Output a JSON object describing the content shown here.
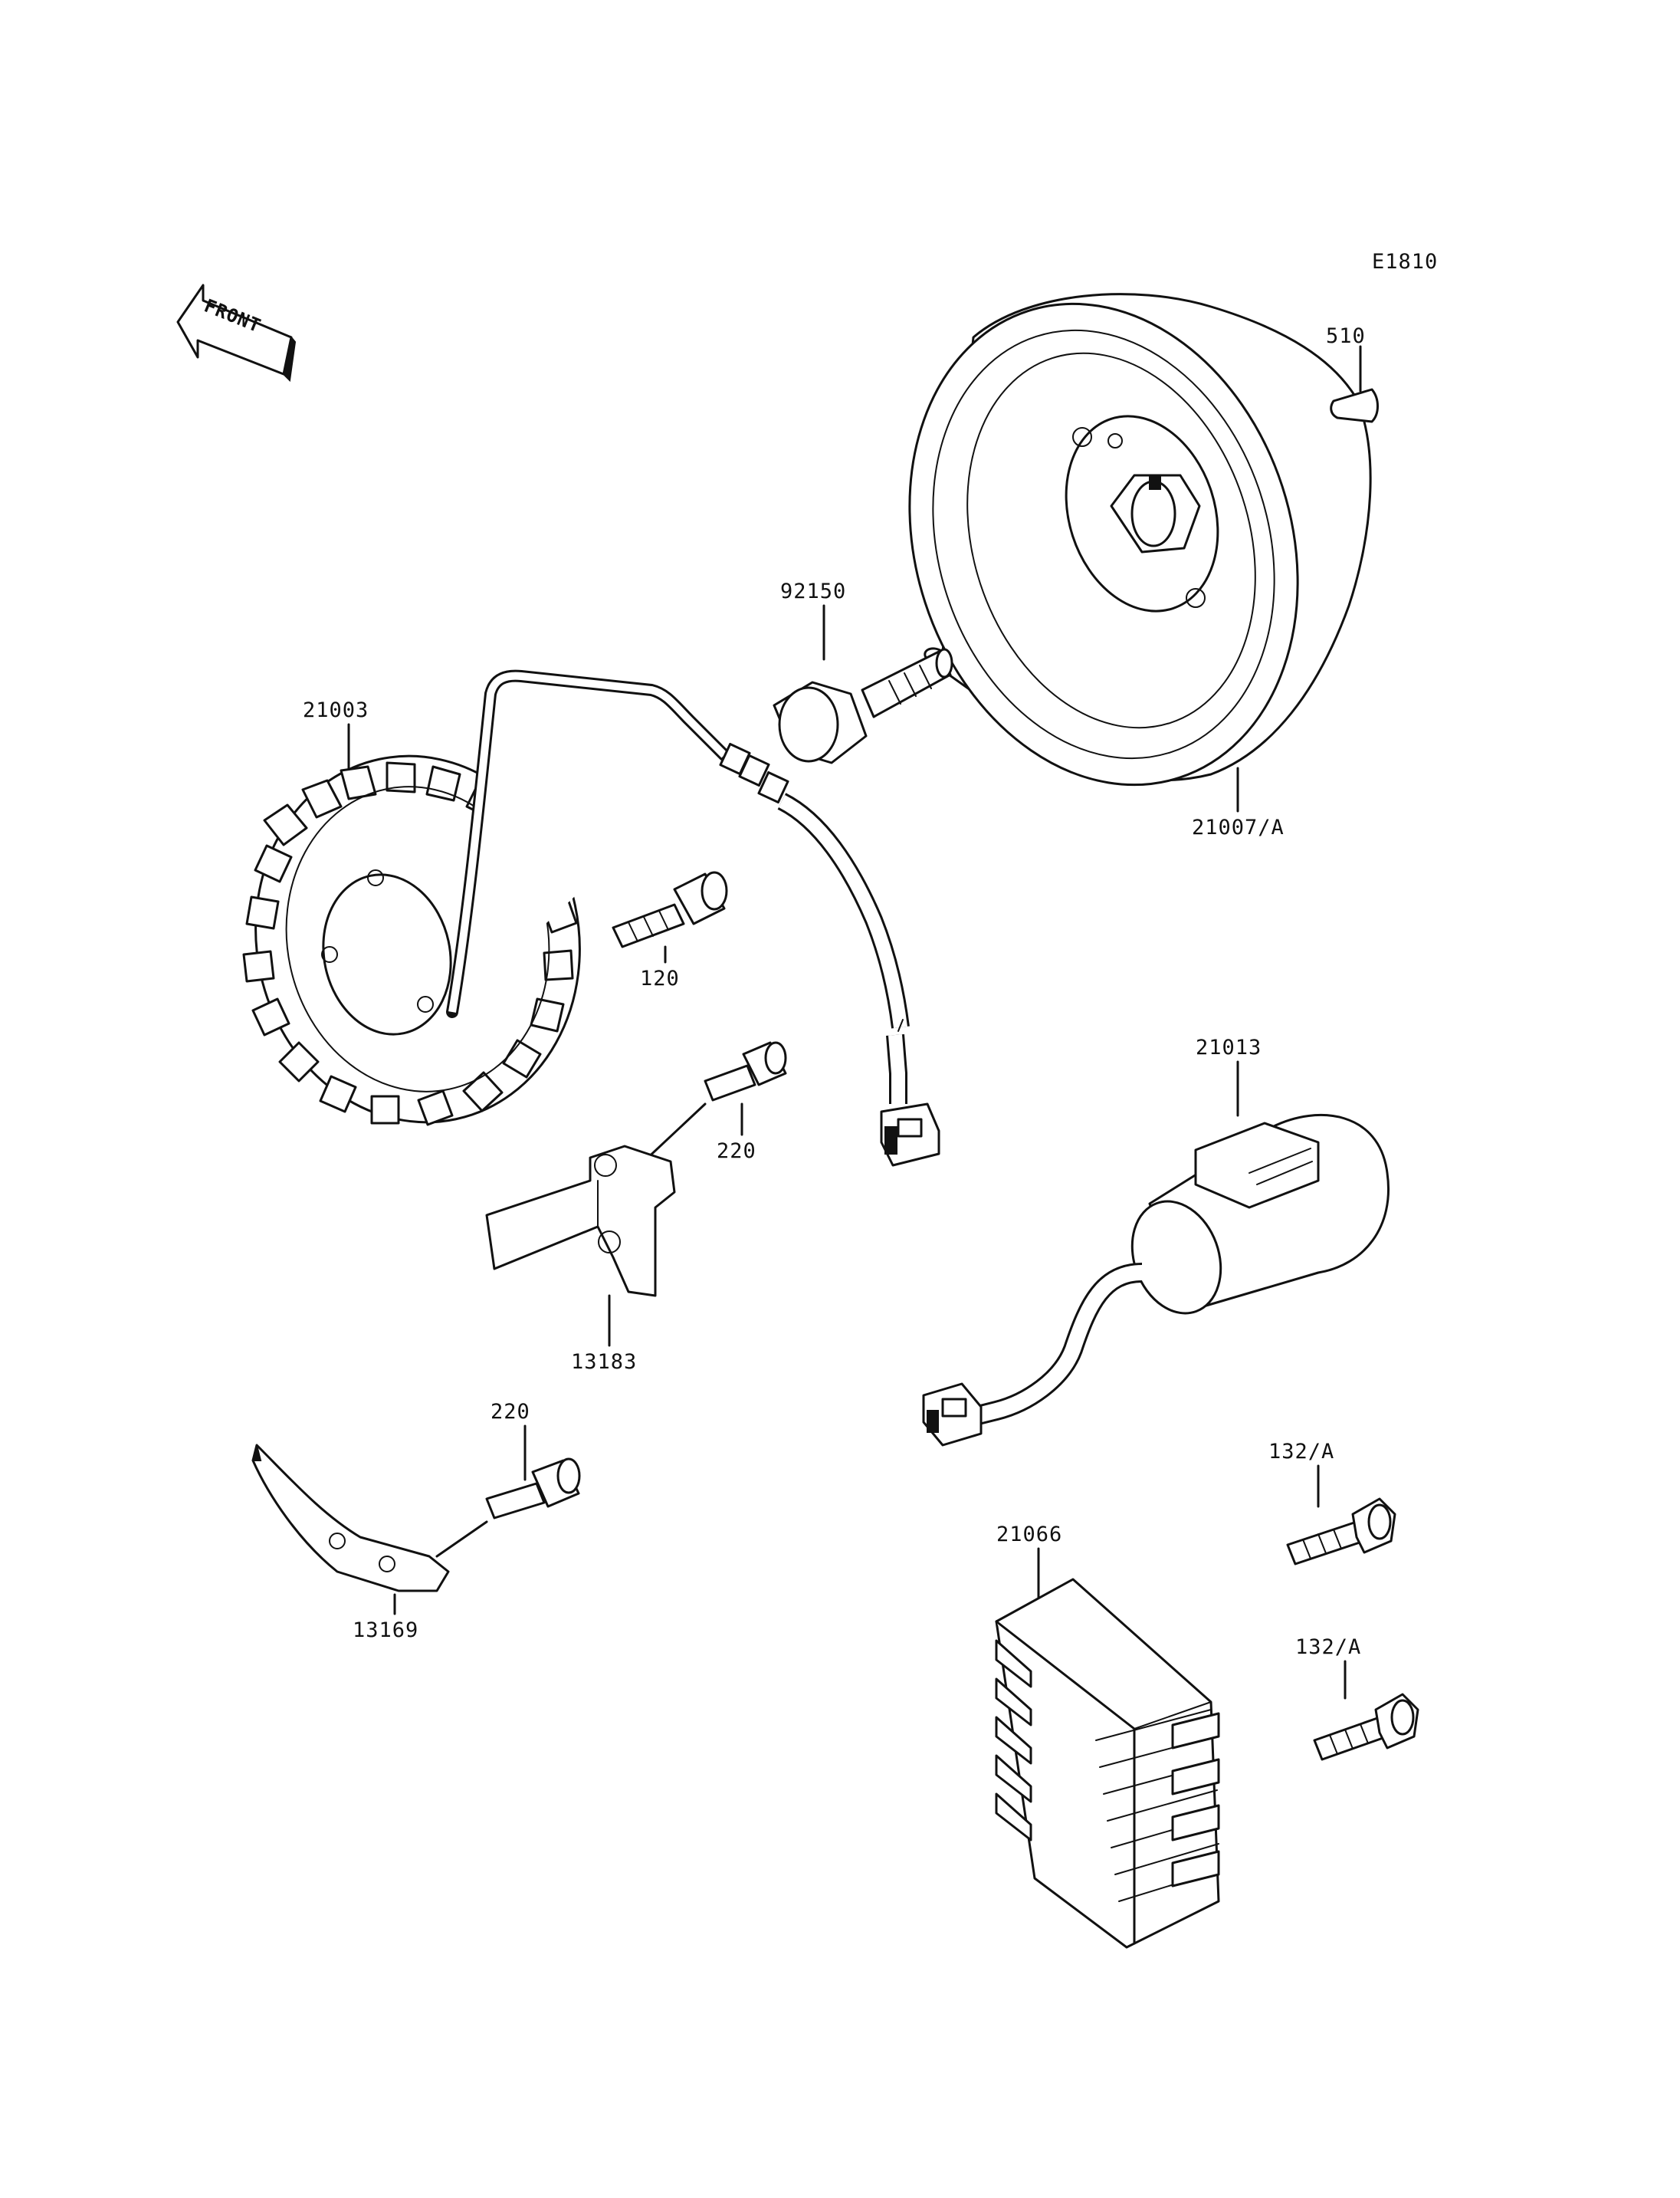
{
  "diagram_code": "E1810",
  "front_label": "FRONT",
  "parts": [
    {
      "id": "p510",
      "number": "510"
    },
    {
      "id": "p92150",
      "number": "92150"
    },
    {
      "id": "p21003",
      "number": "21003"
    },
    {
      "id": "p21007",
      "number": "21007/A"
    },
    {
      "id": "p120",
      "number": "120"
    },
    {
      "id": "p220a",
      "number": "220"
    },
    {
      "id": "p21013",
      "number": "21013"
    },
    {
      "id": "p13183",
      "number": "13183"
    },
    {
      "id": "p220b",
      "number": "220"
    },
    {
      "id": "p132a",
      "number": "132/A"
    },
    {
      "id": "p21066",
      "number": "21066"
    },
    {
      "id": "p13169",
      "number": "13169"
    },
    {
      "id": "p132b",
      "number": "132/A"
    }
  ]
}
